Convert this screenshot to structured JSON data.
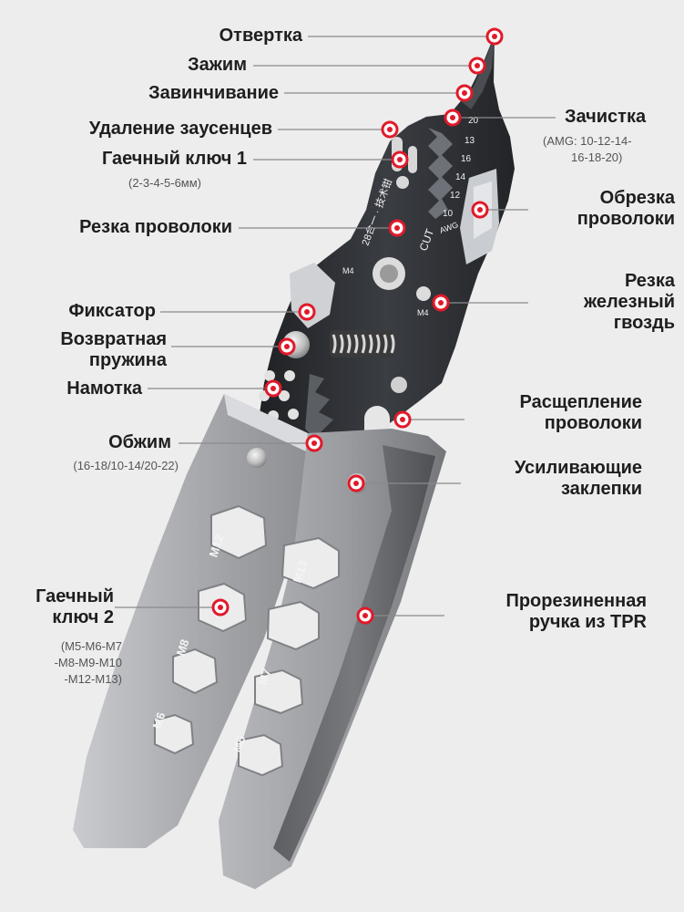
{
  "callouts": {
    "screwdriver": "Отвертка",
    "clamp": "Зажим",
    "screwing": "Завинчивание",
    "deburring": "Удаление заусенцев",
    "wrench1": "Гаечный ключ 1",
    "wrench1_sizes": "(2-3-4-5-6мм)",
    "wire_cutting": "Резка проволоки",
    "lock": "Фиксатор",
    "spring_line1": "Возвратная",
    "spring_line2": "пружина",
    "winding": "Намотка",
    "crimp": "Обжим",
    "crimp_sizes": "(16-18/10-14/20-22)",
    "wrench2_line1": "Гаечный",
    "wrench2_line2": "ключ 2",
    "wrench2_sizes_1": "(M5-M6-M7",
    "wrench2_sizes_2": "-M8-M9-M10",
    "wrench2_sizes_3": "-M12-M13)",
    "stripping": "Зачистка",
    "stripping_sizes_1": "(AMG: 10-12-14-",
    "stripping_sizes_2": "16-18-20)",
    "cutting_line1": "Обрезка",
    "cutting_line2": "проволоки",
    "nail_line1": "Резка",
    "nail_line2": "железный",
    "nail_line3": "гвоздь",
    "splitting_line1": "Расщепление",
    "splitting_line2": "проволоки",
    "rivets_line1": "Усиливающие",
    "rivets_line2": "заклепки",
    "handle_line1": "Прорезиненная",
    "handle_line2": "ручка из TPR"
  },
  "tool_markings": {
    "awg_scale": [
      "20",
      "13",
      "16",
      "14",
      "12",
      "10"
    ],
    "awg": "AWG",
    "cut": "CUT",
    "m4_left": "M4",
    "m4_right": "M4",
    "brand_text": "28合一 · 技术钳",
    "hex_sizes": [
      "M12",
      "M13",
      "M8",
      "M7",
      "M6",
      "M5"
    ]
  },
  "colors": {
    "accent": "#e01a2a",
    "tool_dark": "#25272b",
    "handle_grey": "#9d9fa3",
    "background": "#ededed"
  }
}
